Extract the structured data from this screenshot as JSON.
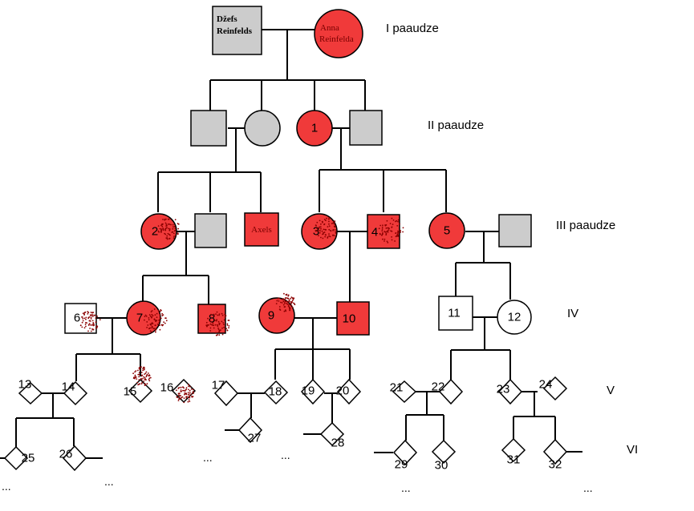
{
  "generations": {
    "g1": "I paaudze",
    "g2": "II paaudze",
    "g3": "III paaudze",
    "g4": "IV",
    "g5": "V",
    "g6": "VI"
  },
  "founders": {
    "father_line1": "Džefs",
    "father_line2": "Reinfelds",
    "mother_line1": "Anna",
    "mother_line2": "Reinfelda"
  },
  "named": {
    "axels": "Axels"
  },
  "numbers": {
    "n1": "1",
    "n2": "2",
    "n3": "3",
    "n4": "4",
    "n5": "5",
    "n6": "6",
    "n7": "7",
    "n8": "8",
    "n9": "9",
    "n10": "10",
    "n11": "11",
    "n12": "12",
    "n13": "13",
    "n14": "14",
    "n15": "15",
    "n16": "16",
    "n17": "17",
    "n18": "18",
    "n19": "19",
    "n20": "20",
    "n21": "21",
    "n22": "22",
    "n23": "23",
    "n24": "24",
    "n25": "25",
    "n26": "26",
    "n27": "27",
    "n28": "28",
    "n29": "29",
    "n30": "30",
    "n31": "31",
    "n32": "32"
  },
  "ellipsis": "...",
  "colors": {
    "affected": "#f03a3a",
    "unaffected_grey": "#cccccc",
    "speckle": "#8b0000"
  }
}
